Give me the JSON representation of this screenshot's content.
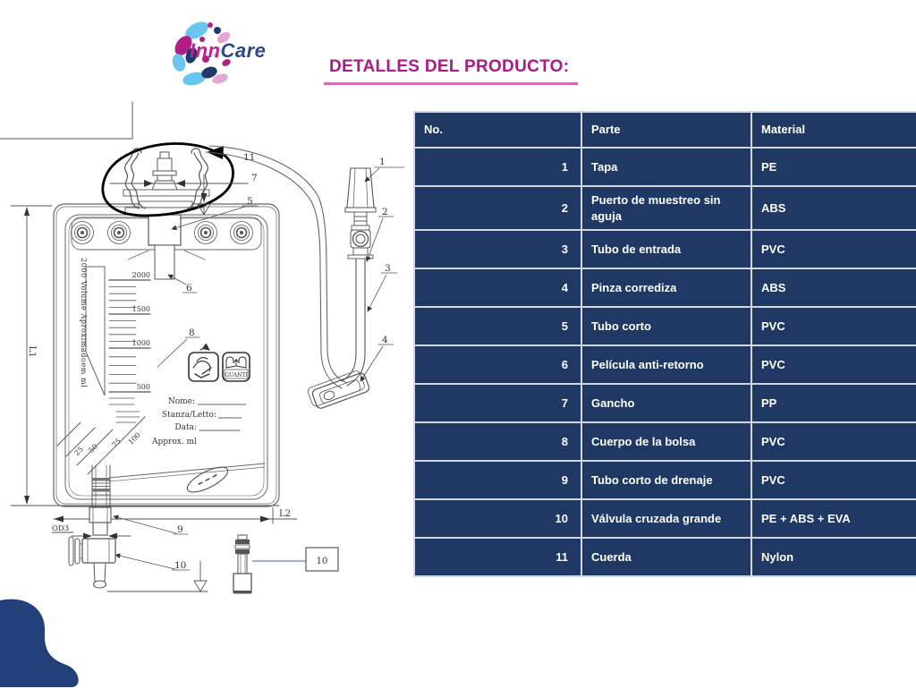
{
  "header": {
    "logo": {
      "part1": "Inn",
      "part2": "Care"
    },
    "title": "DETALLES DEL PRODUCTO:"
  },
  "colors": {
    "table_cell": "#1f3864",
    "table_border": "#d3d6dd",
    "title_text": "#ac1a85",
    "title_underline": "#d66ab5",
    "logo_magenta": "#c02390",
    "logo_navy": "#2c4a86",
    "logo_lightblue": "#6ac6ef",
    "logo_pink": "#e2a6d4",
    "corner_blob": "#23407a",
    "callout_line_blue": "#9cb3d9"
  },
  "table": {
    "headers": {
      "no": "No.",
      "parte": "Parte",
      "material": "Material"
    },
    "rows": [
      {
        "no": "1",
        "parte": "Tapa",
        "material": "PE"
      },
      {
        "no": "2",
        "parte": "Puerto de muestreo sin aguja",
        "material": "ABS"
      },
      {
        "no": "3",
        "parte": "Tubo de entrada",
        "material": "PVC"
      },
      {
        "no": "4",
        "parte": "Pinza corrediza",
        "material": "ABS"
      },
      {
        "no": "5",
        "parte": "Tubo corto",
        "material": "PVC"
      },
      {
        "no": "6",
        "parte": "Película anti-retorno",
        "material": "PVC"
      },
      {
        "no": "7",
        "parte": "Gancho",
        "material": "PP"
      },
      {
        "no": "8",
        "parte": "Cuerpo de la bolsa",
        "material": "PVC"
      },
      {
        "no": "9",
        "parte": "Tubo corto de drenaje",
        "material": "PVC"
      },
      {
        "no": "10",
        "parte": "Válvula cruzada grande",
        "material": "PE + ABS + EVA"
      },
      {
        "no": "11",
        "parte": "Cuerda",
        "material": "Nylon"
      }
    ]
  },
  "drawing": {
    "volume_label": "2000 Volume Aproximadoem ml",
    "scale_major": [
      "2000",
      "1500",
      "1000",
      "500"
    ],
    "scale_minor": [
      "25",
      "50",
      "75",
      "100"
    ],
    "approx_label": "Approx. ml",
    "form_fields": {
      "nome": "Nome:",
      "stanza": "Stanza/Letto:",
      "data": "Data:"
    },
    "glove_icon_label": "GUANTI",
    "callouts": [
      "1",
      "2",
      "3",
      "4",
      "5",
      "6",
      "7",
      "8",
      "9",
      "10",
      "11"
    ],
    "dimensions": {
      "l1": "L1",
      "l2": "L2",
      "od3": "OD3"
    },
    "part_ref_box": "10"
  }
}
